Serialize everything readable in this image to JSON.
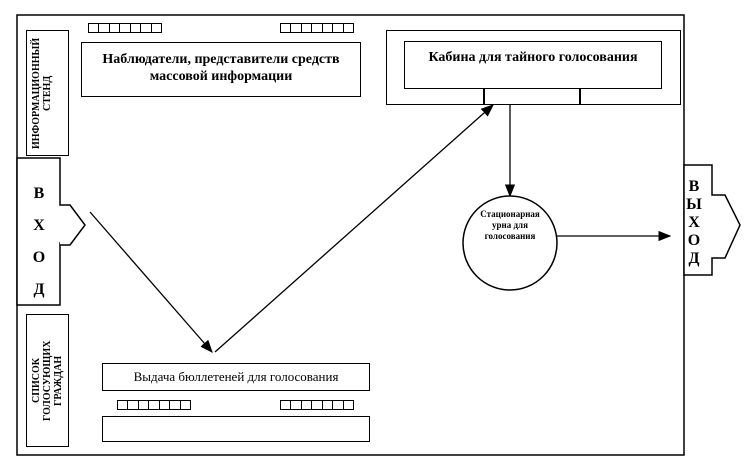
{
  "info_stand": "ИНФОРМАЦИОННЫЙ СТЕНД",
  "voter_list": "СПИСОК ГОЛОСУЮЩИХ ГРАЖДАН",
  "observers": "Наблюдатели, представители средств массовой информации",
  "booth": "Кабина для тайного голосования",
  "urn": "Стационарная урна для голосования",
  "issuance": "Выдача бюллетеней для голосования",
  "entrance": [
    "В",
    "Х",
    "О",
    "Д"
  ],
  "exit": [
    "В",
    "Ы",
    "Х",
    "О",
    "Д"
  ],
  "chairs_per_row": 7
}
